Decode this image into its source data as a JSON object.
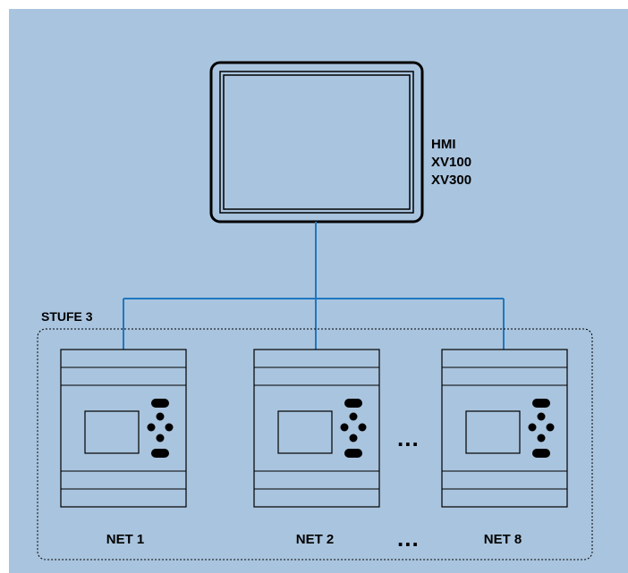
{
  "hmi": {
    "label_lines": [
      "HMI",
      "XV100",
      "XV300"
    ]
  },
  "group": {
    "title": "STUFE 3"
  },
  "devices": [
    {
      "label": "NET 1"
    },
    {
      "label": "NET 2"
    },
    {
      "label": "NET 8"
    }
  ],
  "ellipsis": "...",
  "colors": {
    "background": "#a9c4de",
    "device_fill": "#a9c4de",
    "outline": "#000000",
    "connection_line": "#1f77c0"
  }
}
